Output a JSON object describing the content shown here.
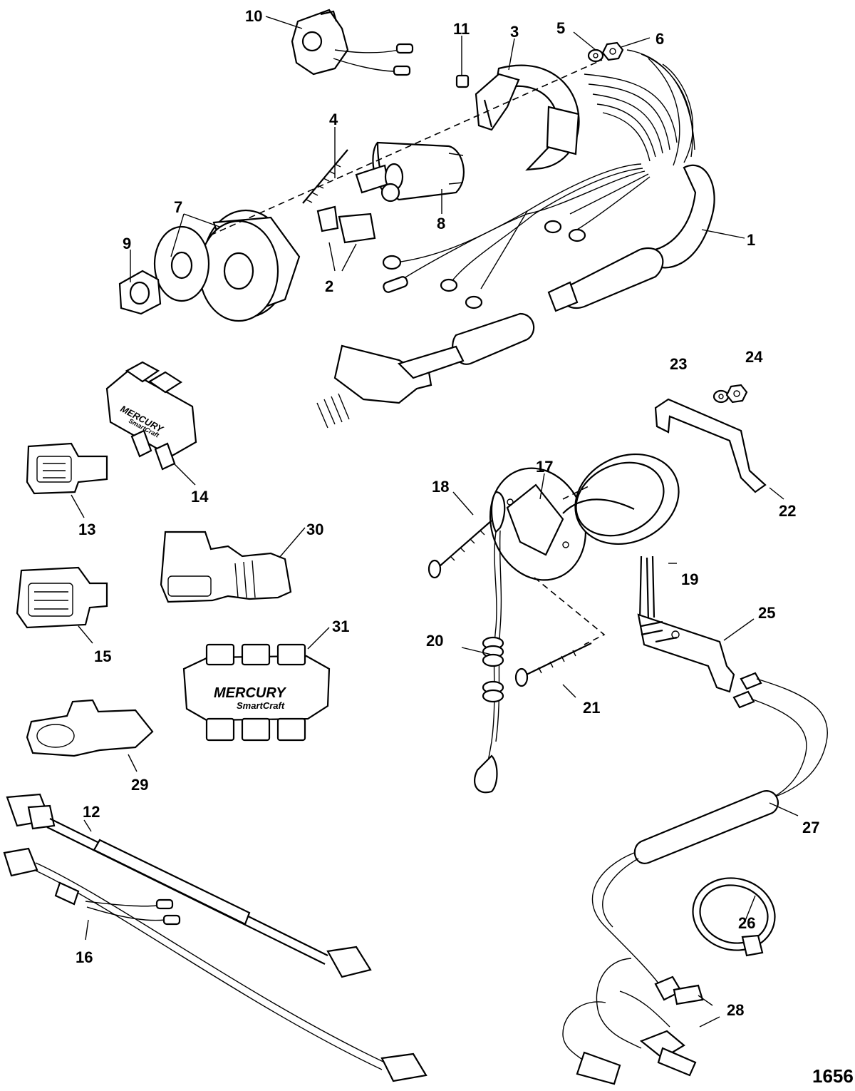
{
  "parts": [
    {
      "id": "1",
      "text": "1"
    },
    {
      "id": "2",
      "text": "2"
    },
    {
      "id": "3",
      "text": "3"
    },
    {
      "id": "4",
      "text": "4"
    },
    {
      "id": "5",
      "text": "5"
    },
    {
      "id": "6",
      "text": "6"
    },
    {
      "id": "7",
      "text": "7"
    },
    {
      "id": "8",
      "text": "8"
    },
    {
      "id": "9",
      "text": "9"
    },
    {
      "id": "10",
      "text": "10"
    },
    {
      "id": "11",
      "text": "11"
    },
    {
      "id": "12",
      "text": "12"
    },
    {
      "id": "13",
      "text": "13"
    },
    {
      "id": "14",
      "text": "14"
    },
    {
      "id": "15",
      "text": "15"
    },
    {
      "id": "16",
      "text": "16"
    },
    {
      "id": "17",
      "text": "17"
    },
    {
      "id": "18",
      "text": "18"
    },
    {
      "id": "19",
      "text": "19"
    },
    {
      "id": "20",
      "text": "20"
    },
    {
      "id": "21",
      "text": "21"
    },
    {
      "id": "22",
      "text": "22"
    },
    {
      "id": "23",
      "text": "23"
    },
    {
      "id": "24",
      "text": "24"
    },
    {
      "id": "25",
      "text": "25"
    },
    {
      "id": "26",
      "text": "26"
    },
    {
      "id": "27",
      "text": "27"
    },
    {
      "id": "28",
      "text": "28"
    },
    {
      "id": "29",
      "text": "29"
    },
    {
      "id": "30",
      "text": "30"
    },
    {
      "id": "31",
      "text": "31"
    }
  ],
  "brand": {
    "name": "MERCURY",
    "product": "SmartCraft"
  },
  "figure_number": "1656"
}
